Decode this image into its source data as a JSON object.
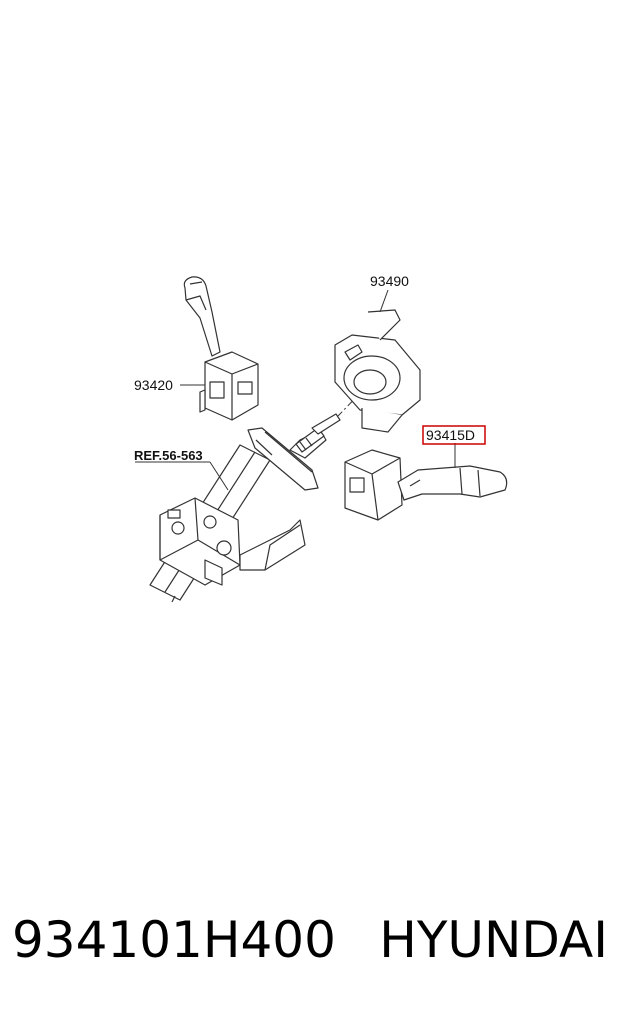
{
  "callouts": {
    "part_93490": "93490",
    "part_93420": "93420",
    "part_93415d": "93415D",
    "ref": "REF.56-563"
  },
  "colors": {
    "highlight_box": "#cc0000",
    "line_art": "#333333"
  },
  "footer": {
    "part_number": "934101H400",
    "brand": "HYUNDAI"
  }
}
